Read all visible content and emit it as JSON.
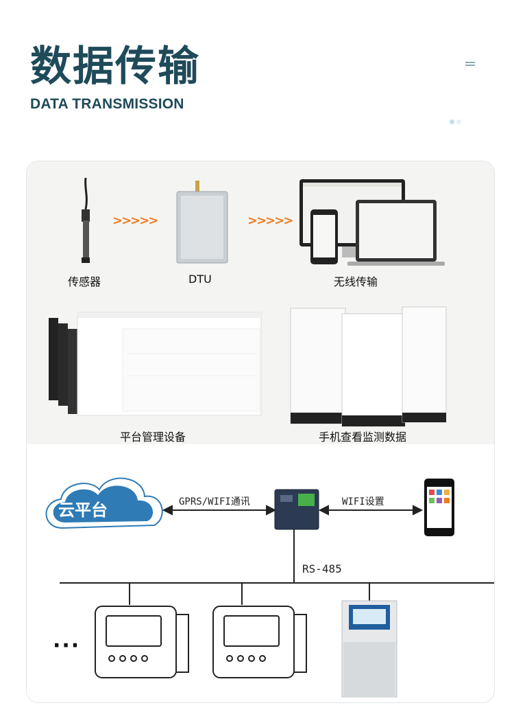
{
  "header": {
    "title_zh": "数据传输",
    "title_en": "DATA TRANSMISSION",
    "accent_color": "#1f4a5a"
  },
  "flow": {
    "steps": [
      {
        "label": "传感器",
        "icon": "sensor-probe-icon"
      },
      {
        "label": "DTU",
        "icon": "dtu-device-icon"
      },
      {
        "label": "无线传输",
        "icon": "devices-icon"
      }
    ],
    "arrow_text": ">>>>>",
    "arrow_color": "#f07a1f",
    "screens": [
      {
        "label": "平台管理设备",
        "icon": "platform-screenshot-icon"
      },
      {
        "label": "手机查看监测数据",
        "icon": "phone-screenshot-icon"
      }
    ]
  },
  "network": {
    "cloud_label": "云平台",
    "cloud_color": "#2f7bb6",
    "link_gprs": "GPRS/WIFI通讯",
    "link_wifi": "WIFI设置",
    "bus_label": "RS-485",
    "ellipsis": "···"
  }
}
